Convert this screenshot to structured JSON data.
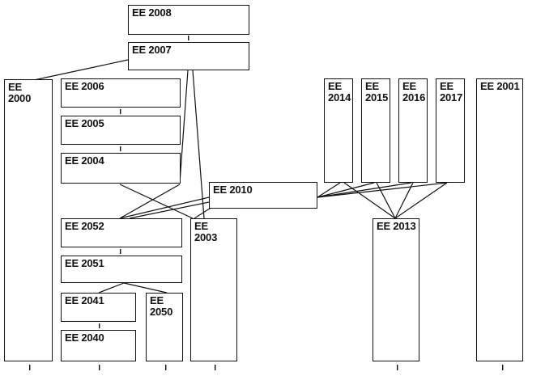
{
  "boxes": {
    "ee2008": "EE 2008",
    "ee2007": "EE 2007",
    "ee2000": "EE\n2000",
    "ee2006": "EE 2006",
    "ee2005": "EE 2005",
    "ee2004": "EE 2004",
    "ee2010": "EE 2010",
    "ee2052": "EE 2052",
    "ee2051": "EE 2051",
    "ee2041": "EE 2041",
    "ee2050": "EE\n2050",
    "ee2040": "EE 2040",
    "ee2003": "EE\n2003",
    "ee2014": "EE\n2014",
    "ee2015": "EE\n2015",
    "ee2016": "EE\n2016",
    "ee2017": "EE\n2017",
    "ee2013": "EE 2013",
    "ee2001": "EE 2001"
  },
  "colors": {
    "line": "#111111",
    "background": "#ffffff"
  }
}
